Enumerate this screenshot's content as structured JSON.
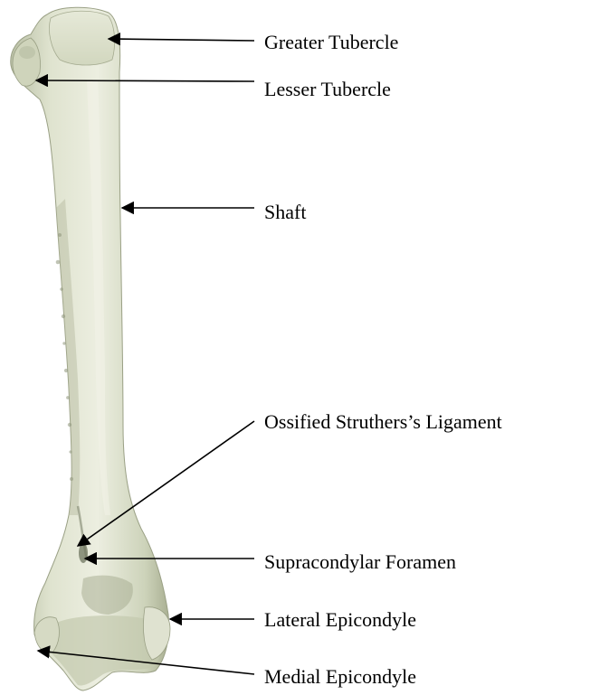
{
  "colors": {
    "background": "#ffffff",
    "bone_base": "#d7dcc4",
    "bone_light": "#eef0e2",
    "bone_shadow": "#a9b094",
    "bone_dark": "#7d846c",
    "text": "#000000",
    "arrow": "#000000"
  },
  "labels": {
    "greater_tubercle": "Greater Tubercle",
    "lesser_tubercle": "Lesser Tubercle",
    "shaft": "Shaft",
    "ossified_struthers_ligament": "Ossified Struthers’s Ligament",
    "supracondylar_foramen": "Supracondylar Foramen",
    "lateral_epicondyle": "Lateral Epicondyle",
    "medial_epicondyle": "Medial Epicondyle"
  }
}
